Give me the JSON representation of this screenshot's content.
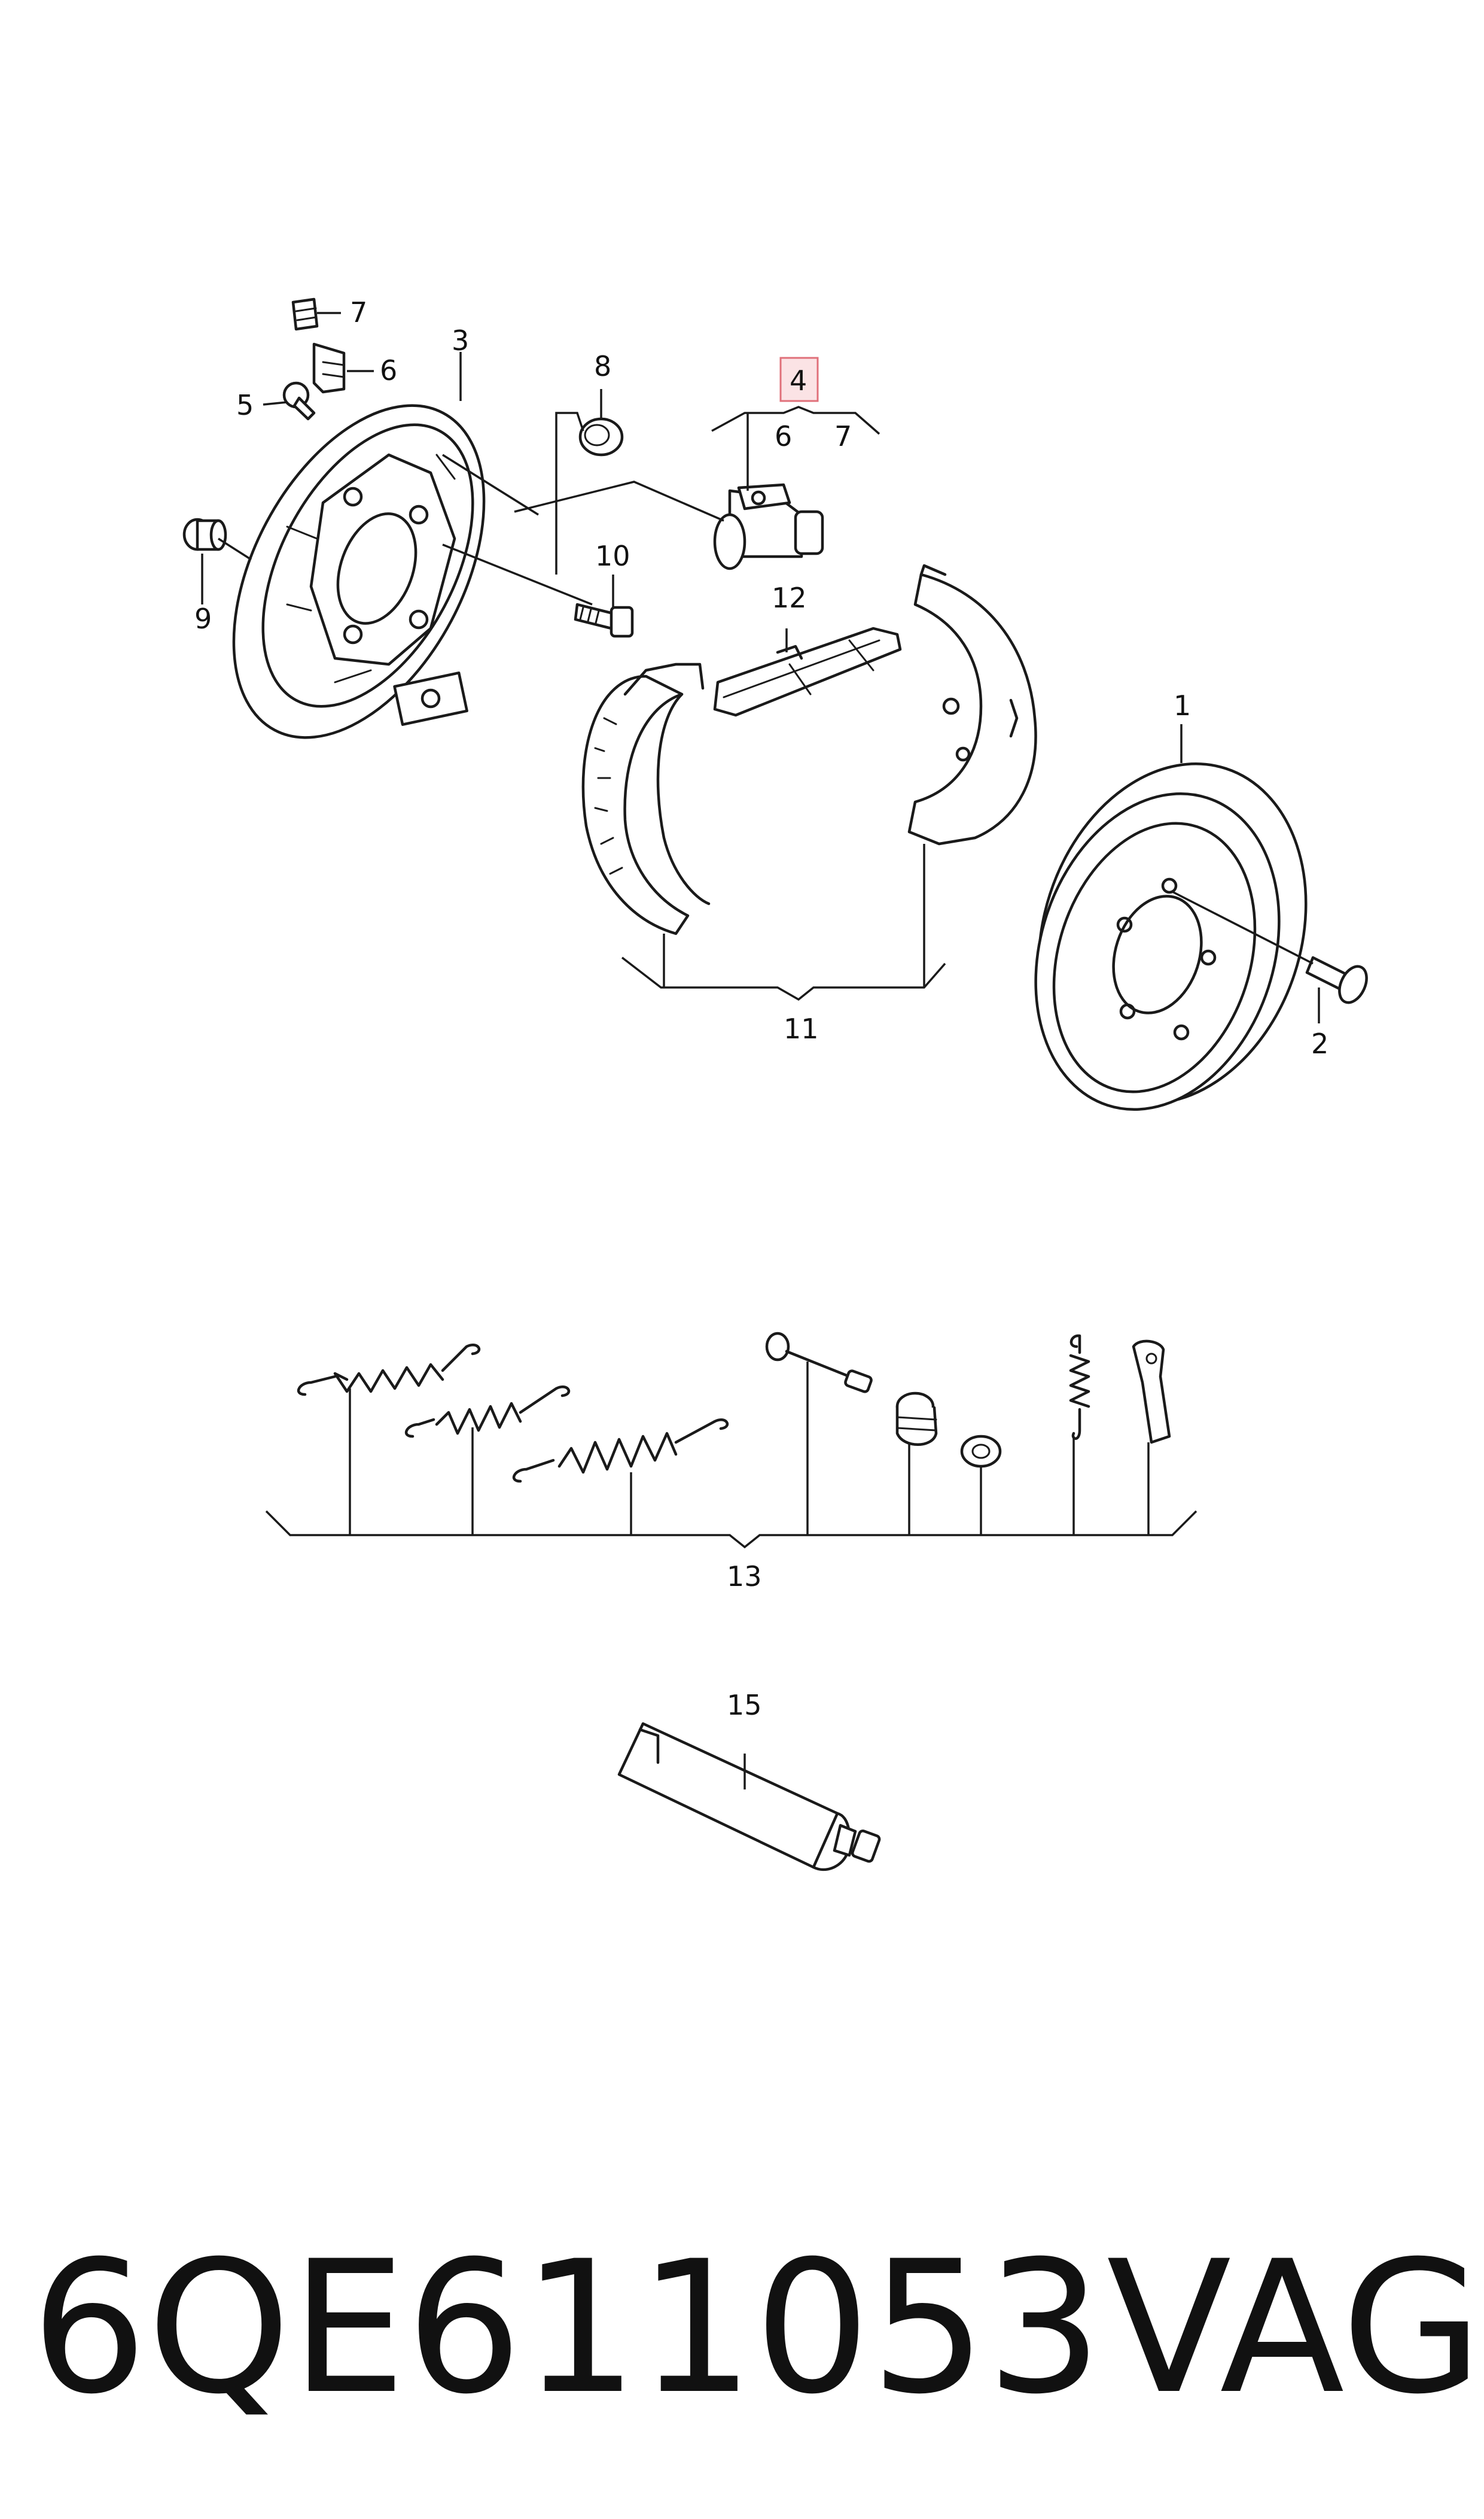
{
  "callouts": {
    "c1": "1",
    "c2": "2",
    "c3": "3",
    "c4": "4",
    "c5": "5",
    "c6a": "6",
    "c6b": "6",
    "c7a": "7",
    "c7b": "7",
    "c8": "8",
    "c9": "9",
    "c10": "10",
    "c11": "11",
    "c12": "12",
    "c13": "13",
    "c15": "15"
  },
  "highlight_color": "#e0707a",
  "highlight_fill": "#fbe3e5",
  "footer": {
    "part_number": "6QE611053",
    "brand": "VAG"
  }
}
